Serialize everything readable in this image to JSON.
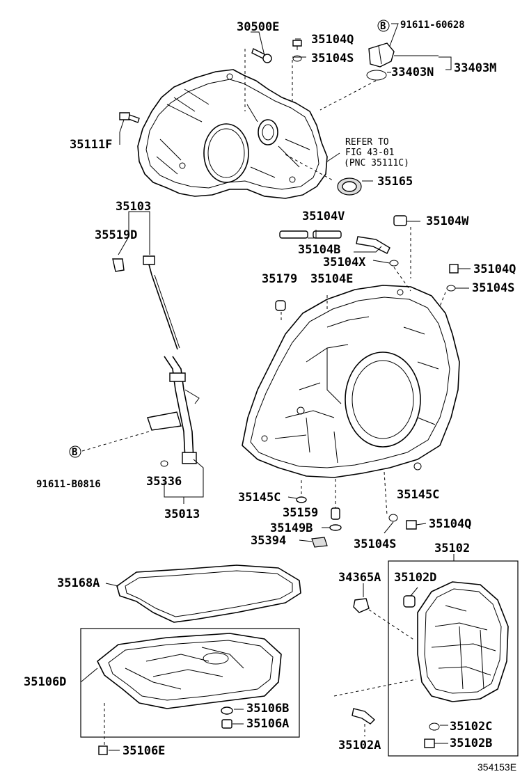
{
  "diagram_code": "354153E",
  "refer_note": {
    "line1": "REFER TO",
    "line2": "FIG 43-01",
    "line3": "(PNC 35111C)"
  },
  "symbol_b": "B",
  "labels": {
    "p30500E": "30500E",
    "p35104Q_top": "35104Q",
    "p35104S_top": "35104S",
    "p91611_60628": "91611-60628",
    "p33403N": "33403N",
    "p33403M": "33403M",
    "p35111F": "35111F",
    "p35165": "35165",
    "p35103": "35103",
    "p35519D": "35519D",
    "p35104V": "35104V",
    "p35104W": "35104W",
    "p35104B": "35104B",
    "p35104X": "35104X",
    "p35104Q_mid": "35104Q",
    "p35104S_mid": "35104S",
    "p35179": "35179",
    "p35104E": "35104E",
    "p91611_B0816": "91611-B0816",
    "p35336": "35336",
    "p35013": "35013",
    "p35145C_left": "35145C",
    "p35145C_right": "35145C",
    "p35159": "35159",
    "p35149B": "35149B",
    "p35394": "35394",
    "p35104S_low": "35104S",
    "p35104Q_low": "35104Q",
    "p35102": "35102",
    "p35168A": "35168A",
    "p34365A": "34365A",
    "p35102D": "35102D",
    "p35106D": "35106D",
    "p35106B": "35106B",
    "p35106A": "35106A",
    "p35106E": "35106E",
    "p35102C": "35102C",
    "p35102B": "35102B",
    "p35102A": "35102A"
  }
}
